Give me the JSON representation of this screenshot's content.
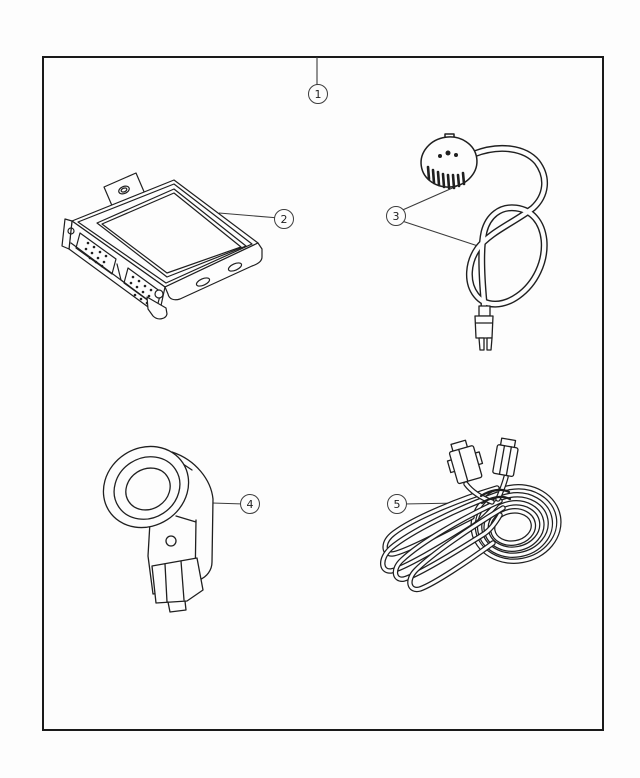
{
  "diagram": {
    "background_color": "#ffffff",
    "line_color": "#1f1f1f",
    "frame_color": "#1a1a1a",
    "callouts": [
      {
        "label": "1",
        "target": "frame-border"
      },
      {
        "label": "2",
        "target": "control-module"
      },
      {
        "label": "3",
        "target": "microphone-with-cable"
      },
      {
        "label": "4",
        "target": "sensor"
      },
      {
        "label": "5",
        "target": "wiring-harness"
      }
    ]
  }
}
